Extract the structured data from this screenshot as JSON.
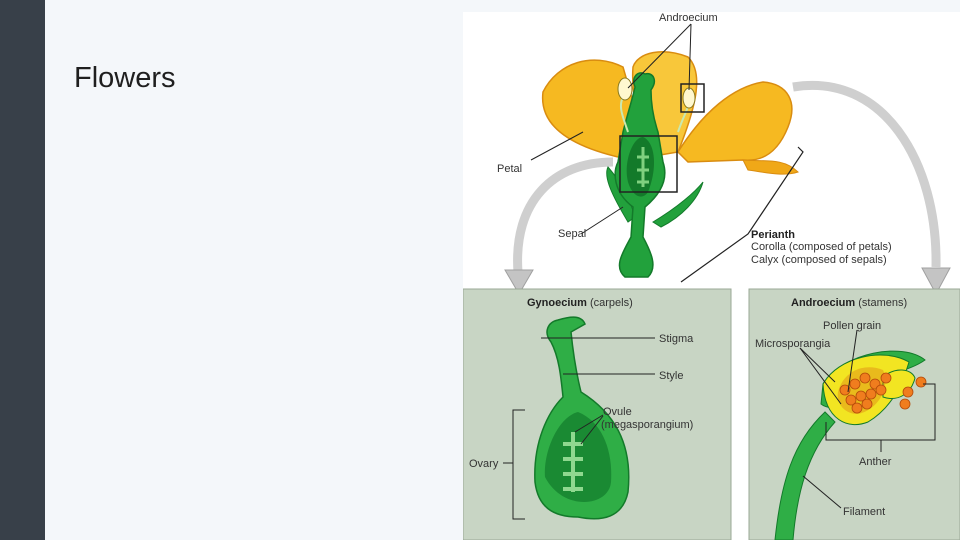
{
  "slide": {
    "title": "Flowers"
  },
  "diagram": {
    "top_labels": {
      "androecium": "Androecium",
      "petal": "Petal",
      "sepal": "Sepal",
      "perianth": "Perianth",
      "corolla": "Corolla (composed of petals)",
      "calyx": "Calyx (composed of sepals)"
    },
    "gynoecium_panel": {
      "heading_bold": "Gynoecium",
      "heading_rest": " (carpels)",
      "stigma": "Stigma",
      "style": "Style",
      "ovule": "Ovule",
      "megasporangium": "(megasporangium)",
      "ovary": "Ovary"
    },
    "androecium_panel": {
      "heading_bold": "Androecium",
      "heading_rest": " (stamens)",
      "pollen_grain": "Pollen grain",
      "microsporangia": "Microsporangia",
      "anther": "Anther",
      "filament": "Filament"
    },
    "colors": {
      "petal": "#f6b921",
      "petal_dark": "#d98c10",
      "green": "#22a13c",
      "green_dark": "#137a2a",
      "panel_bg": "#c8d5c4",
      "arrow": "#c9c9c9",
      "pollen": "#f07d1e"
    }
  }
}
